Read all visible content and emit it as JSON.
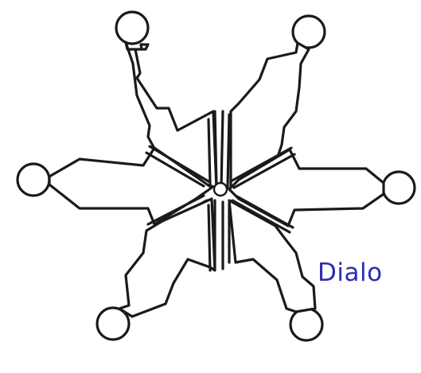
{
  "caption": {
    "text": "Dialo",
    "color": "#2d2bb0"
  },
  "emblem": {
    "description_icon": "six-arm-emblem",
    "arm_count": 6,
    "stroke_color": "#1a1a1a",
    "fill_color": "#ffffff"
  }
}
